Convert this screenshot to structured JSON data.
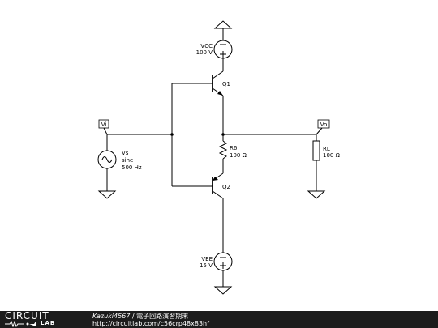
{
  "components": {
    "vcc": {
      "name": "VCC",
      "value": "100 V"
    },
    "vee": {
      "name": "VEE",
      "value": "15 V"
    },
    "q1": {
      "name": "Q1"
    },
    "q2": {
      "name": "Q2"
    },
    "r6": {
      "name": "R6",
      "value": "100 Ω"
    },
    "rl": {
      "name": "RL",
      "value": "100 Ω"
    },
    "vs": {
      "name": "Vs",
      "type": "sine",
      "freq": "500 Hz"
    }
  },
  "nodes": {
    "vi": "Vi",
    "vo": "Vo"
  },
  "footer": {
    "brand_top": "CIRCUIT",
    "brand_bottom": "LAB",
    "author": "Kazuki4567",
    "separator": " / ",
    "project": "電子回路演習期末",
    "url": "http://circuitlab.com/c56crp48x83hf"
  }
}
